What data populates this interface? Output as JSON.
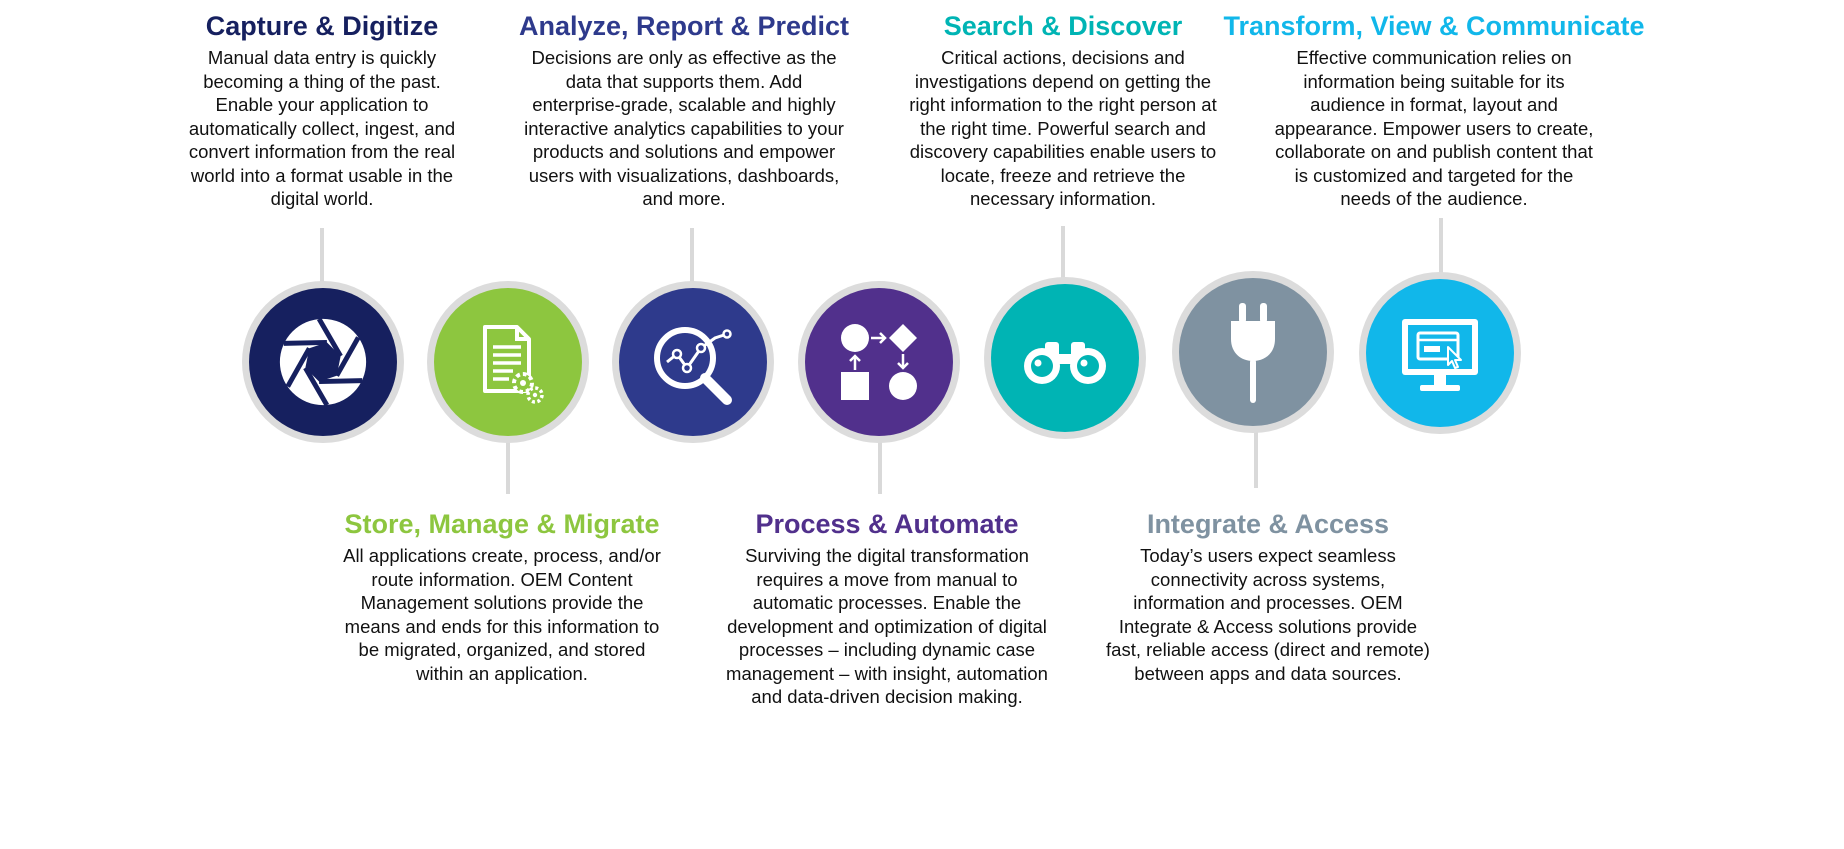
{
  "colors": {
    "capture": "#16205f",
    "store": "#8dc63f",
    "analyze": "#2e3a8c",
    "process": "#51308c",
    "search": "#00b4b4",
    "integrate": "#7f92a1",
    "transform": "#11b7ea",
    "node_ring": "#dcdcdc",
    "connector": "#d9d9d9"
  },
  "stages": [
    {
      "id": "capture",
      "title": "Capture & Digitize",
      "description": "Manual data entry is quickly\nbecoming a thing of the past.\nEnable your application to\nautomatically collect, ingest, and\nconvert information from the real\nworld into a format usable in the\ndigital world.",
      "icon": "camera-shutter-icon"
    },
    {
      "id": "store",
      "title": "Store, Manage & Migrate",
      "description": "All applications create, process, and/or\nroute information. OEM Content\nManagement solutions provide the\nmeans and ends for this information to\nbe migrated, organized, and stored\nwithin an application.",
      "icon": "document-gears-icon"
    },
    {
      "id": "analyze",
      "title": "Analyze, Report & Predict",
      "description": "Decisions are only as effective as the\ndata that supports them. Add\nenterprise-grade, scalable and highly\ninteractive analytics capabilities to your\nproducts and solutions and empower\nusers with visualizations, dashboards,\nand more.",
      "icon": "magnifier-chart-icon"
    },
    {
      "id": "process",
      "title": "Process & Automate",
      "description": "Surviving the digital transformation\nrequires a move from manual to\nautomatic processes. Enable the\ndevelopment and optimization of digital\nprocesses – including dynamic case\nmanagement – with insight, automation\nand data-driven decision making.",
      "icon": "flowchart-icon"
    },
    {
      "id": "search",
      "title": "Search & Discover",
      "description": "Critical actions, decisions and\ninvestigations depend on getting the\nright information to the right person at\nthe right time. Powerful search and\ndiscovery capabilities enable users to\nlocate, freeze and retrieve the\nnecessary information.",
      "icon": "binoculars-icon"
    },
    {
      "id": "integrate",
      "title": "Integrate & Access",
      "description": "Today’s users expect seamless\nconnectivity across systems,\ninformation and processes. OEM\nIntegrate & Access solutions provide\nfast, reliable access (direct and remote)\nbetween apps and data sources.",
      "icon": "power-plug-icon"
    },
    {
      "id": "transform",
      "title": "Transform, View & Communicate",
      "description": "Effective communication relies on\ninformation being suitable for its\naudience in format, layout and\nappearance. Empower users to create,\ncollaborate on and publish content that\nis customized and targeted for the\nneeds of the audience.",
      "icon": "monitor-cursor-icon"
    }
  ]
}
